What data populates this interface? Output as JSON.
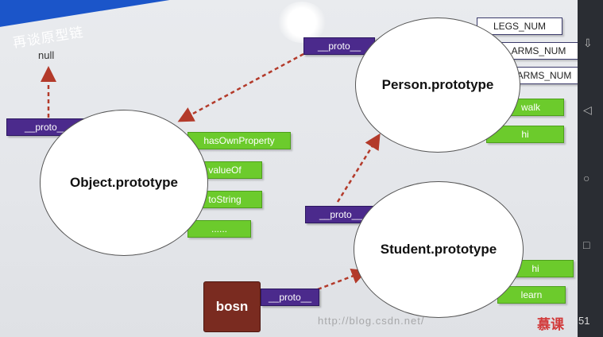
{
  "title": "再谈原型链",
  "null_label": "null",
  "nodes": {
    "object": "Object.prototype",
    "person": "Person.prototype",
    "student": "Student.prototype",
    "bosn": "bosn"
  },
  "proto_label": "__proto__",
  "object_props": [
    "hasOwnProperty",
    "valueOf",
    "toString",
    "......"
  ],
  "person_props_white": [
    "LEGS_NUM",
    "ARMS_NUM",
    "ARMS_NUM"
  ],
  "person_props_green": [
    "walk",
    "hi"
  ],
  "student_props": [
    "hi",
    "learn"
  ],
  "watermark": "http://blog.csdn.net/",
  "logo": "慕课",
  "page_number": "51",
  "colors": {
    "proto": "#4b2a8c",
    "method": "#6ccb2c",
    "banner": "#1b55c9",
    "instance": "#7a2b20",
    "arrow": "#b33a2a"
  },
  "icons": [
    "down-icon",
    "back-icon",
    "home-icon",
    "recents-icon"
  ]
}
